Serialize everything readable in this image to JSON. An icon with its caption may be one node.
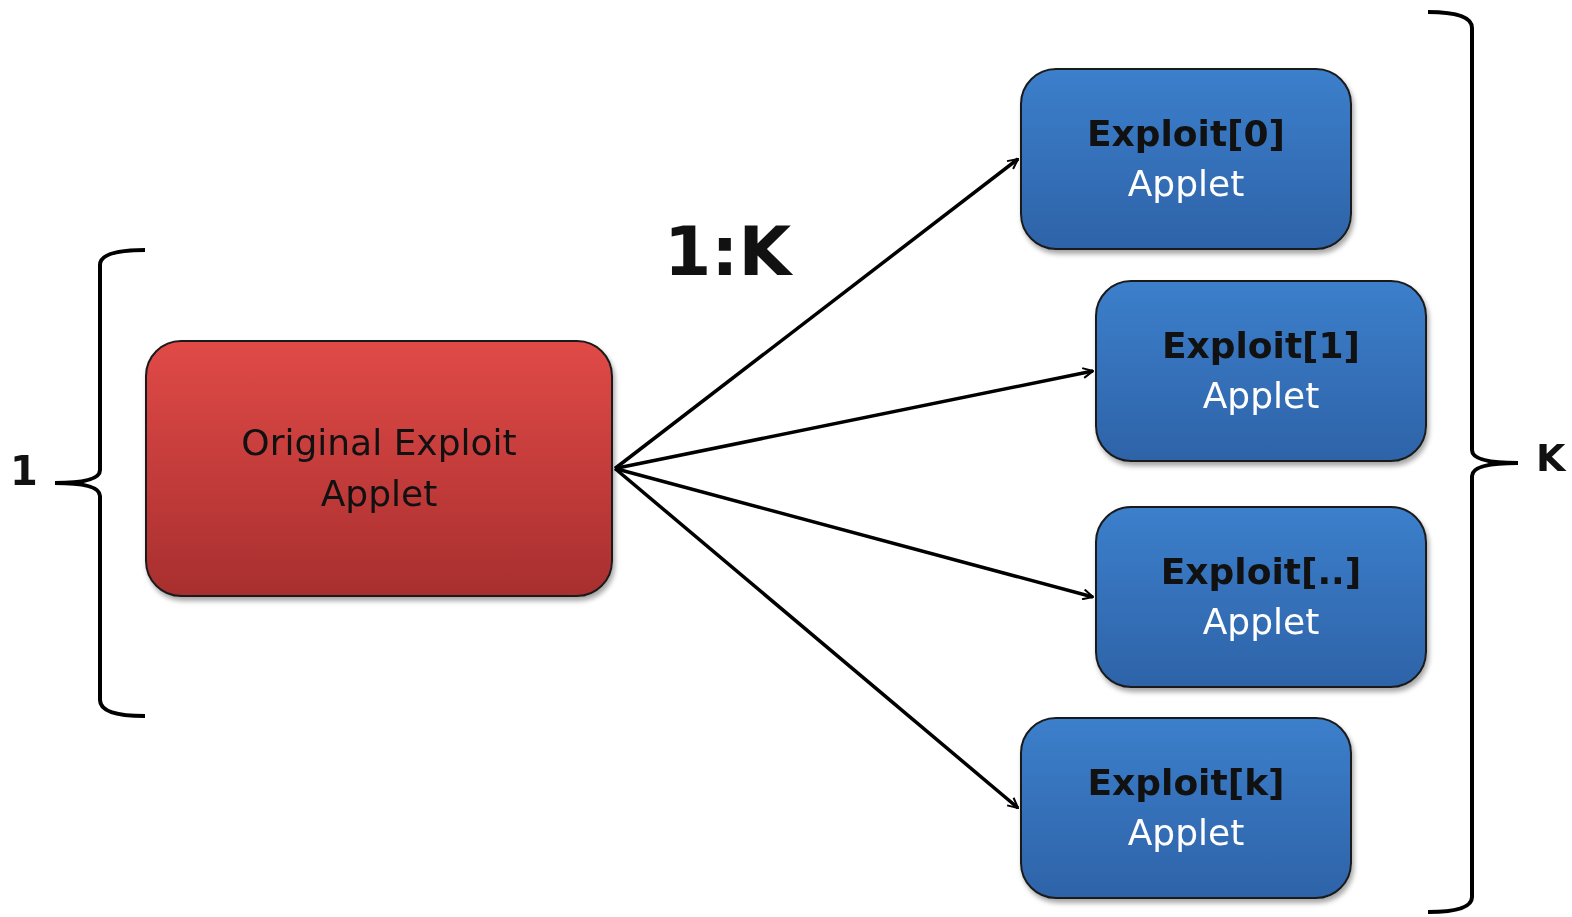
{
  "diagram": {
    "nodes": [
      {
        "text": [
          "Original Exploit Applet"
        ]
      },
      {
        "text": [
          "Exploit[0]",
          "Applet"
        ]
      },
      {
        "text": [
          "Exploit[1]",
          "Applet"
        ]
      },
      {
        "text": [
          "Exploit[..]",
          "Applet"
        ]
      },
      {
        "text": [
          "Exploit[k]",
          "Applet"
        ]
      }
    ],
    "edges": [
      {
        "from": 0,
        "to": 1,
        "arrow": "to"
      },
      {
        "from": 0,
        "to": 2,
        "arrow": "to"
      },
      {
        "from": 0,
        "to": 3,
        "arrow": "to"
      },
      {
        "from": 0,
        "to": 4,
        "arrow": "to"
      }
    ],
    "labels": [
      "1:K",
      "1",
      "K"
    ]
  }
}
